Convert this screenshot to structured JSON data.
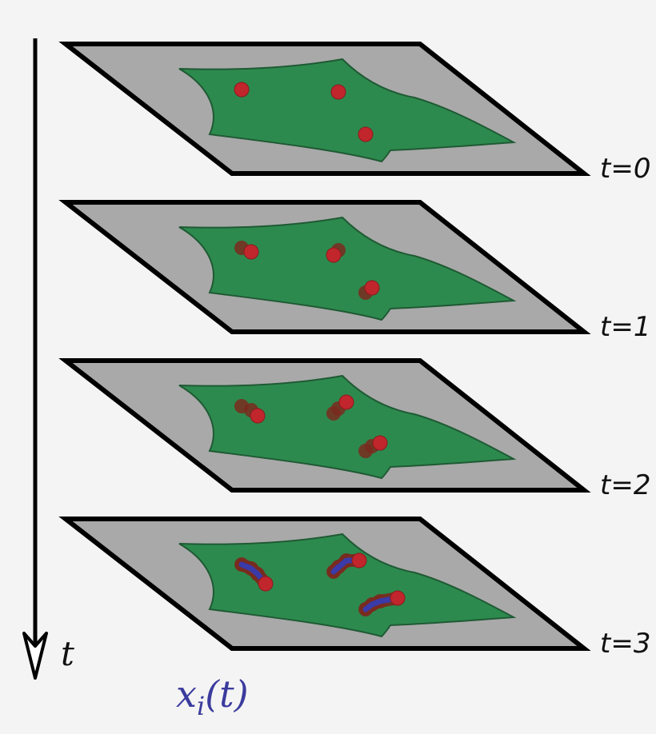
{
  "axis": {
    "label": "t"
  },
  "trajectory_label": {
    "base": "x",
    "sub": "i",
    "suffix": "(t)"
  },
  "colors": {
    "background": "#f4f4f4",
    "plane_fill": "#a9a9a9",
    "plane_stroke": "#000000",
    "cell_fill": "#2d8a4e",
    "cell_stroke": "#1f5a34",
    "particle": "#c0262c",
    "particle_ghost": "#7a2a1e",
    "trajectory": "#3a3aa8",
    "trajectory_label": "#3b3b9e"
  },
  "frames": [
    {
      "label": "t=0",
      "particles": 3,
      "ghost_steps": 0,
      "trajectories": false
    },
    {
      "label": "t=1",
      "particles": 3,
      "ghost_steps": 1,
      "trajectories": false
    },
    {
      "label": "t=2",
      "particles": 3,
      "ghost_steps": 2,
      "trajectories": false
    },
    {
      "label": "t=3",
      "particles": 3,
      "ghost_steps": 3,
      "trajectories": true
    }
  ]
}
